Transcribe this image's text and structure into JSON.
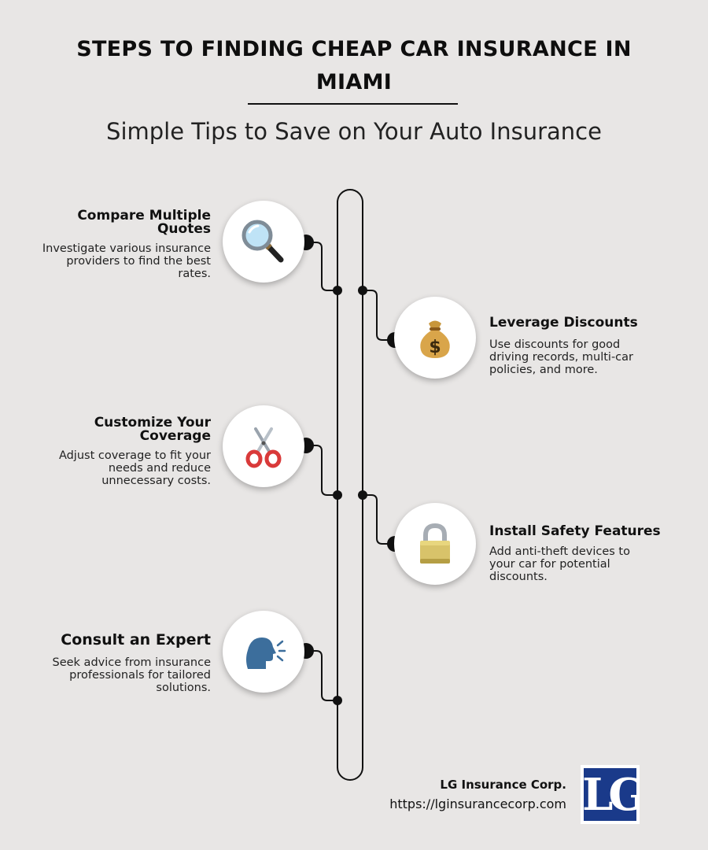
{
  "header": {
    "title": "STEPS TO FINDING CHEAP CAR INSURANCE IN MIAMI",
    "subtitle": "Simple Tips to Save on Your Auto Insurance"
  },
  "steps": [
    {
      "title": "Compare Multiple Quotes",
      "description": "Investigate various insurance providers to find the best rates.",
      "icon": "magnifying-glass-icon",
      "side": "left"
    },
    {
      "title": "Leverage Discounts",
      "description": "Use discounts for good driving records, multi-car policies, and more.",
      "icon": "money-bag-icon",
      "side": "right"
    },
    {
      "title": "Customize Your Coverage",
      "description": "Adjust coverage to fit your needs and reduce unnecessary costs.",
      "icon": "scissors-icon",
      "side": "left"
    },
    {
      "title": "Install Safety Features",
      "description": "Add anti-theft devices to your car for potential discounts.",
      "icon": "padlock-icon",
      "side": "right"
    },
    {
      "title": "Consult an Expert",
      "description": "Seek advice from insurance professionals for tailored solutions.",
      "icon": "speaking-head-icon",
      "side": "left"
    }
  ],
  "footer": {
    "company": "LG Insurance Corp.",
    "url": "https://lginsurancecorp.com",
    "logo_text": "LG"
  },
  "colors": {
    "background": "#e8e6e5",
    "line": "#111111",
    "logo_blue": "#1a3a8a"
  }
}
